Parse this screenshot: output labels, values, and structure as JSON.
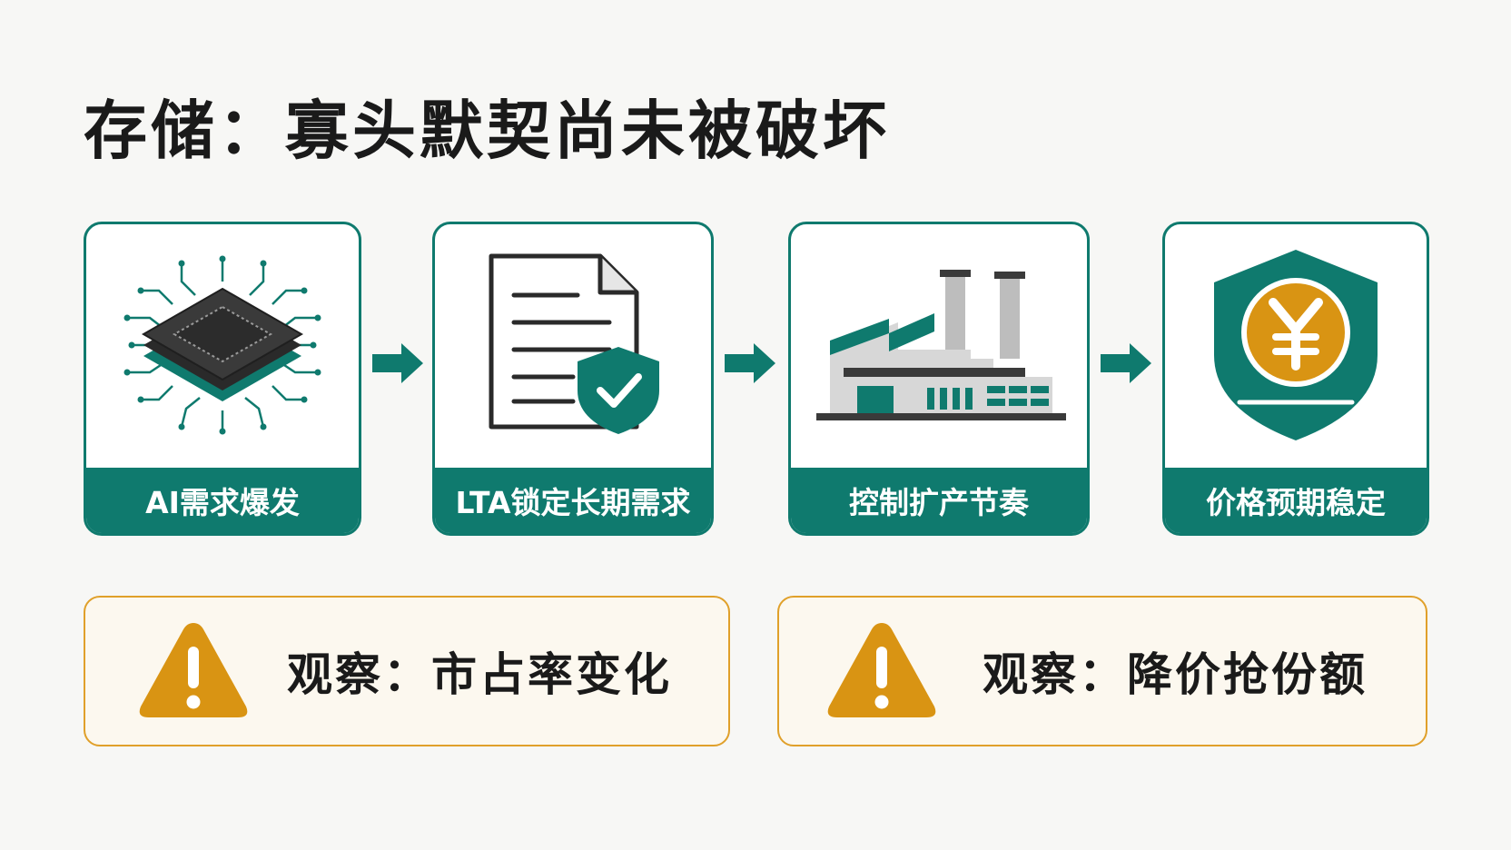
{
  "title": "存储：寡头默契尚未被破坏",
  "flow": [
    {
      "label": "AI需求爆发",
      "icon": "chip-icon"
    },
    {
      "label": "LTA锁定长期需求",
      "icon": "contract-shield-icon"
    },
    {
      "label": "控制扩产节奏",
      "icon": "factory-icon"
    },
    {
      "label": "价格预期稳定",
      "icon": "yuan-shield-icon"
    }
  ],
  "notes": [
    {
      "text": "观察：市占率变化",
      "icon": "warning-icon"
    },
    {
      "text": "观察：降价抢份额",
      "icon": "warning-icon"
    }
  ],
  "colors": {
    "teal": "#0f7a6e",
    "amber": "#d99413",
    "note_border": "#e0a02a",
    "note_bg": "#fcf8ef",
    "background": "#f7f7f5"
  }
}
